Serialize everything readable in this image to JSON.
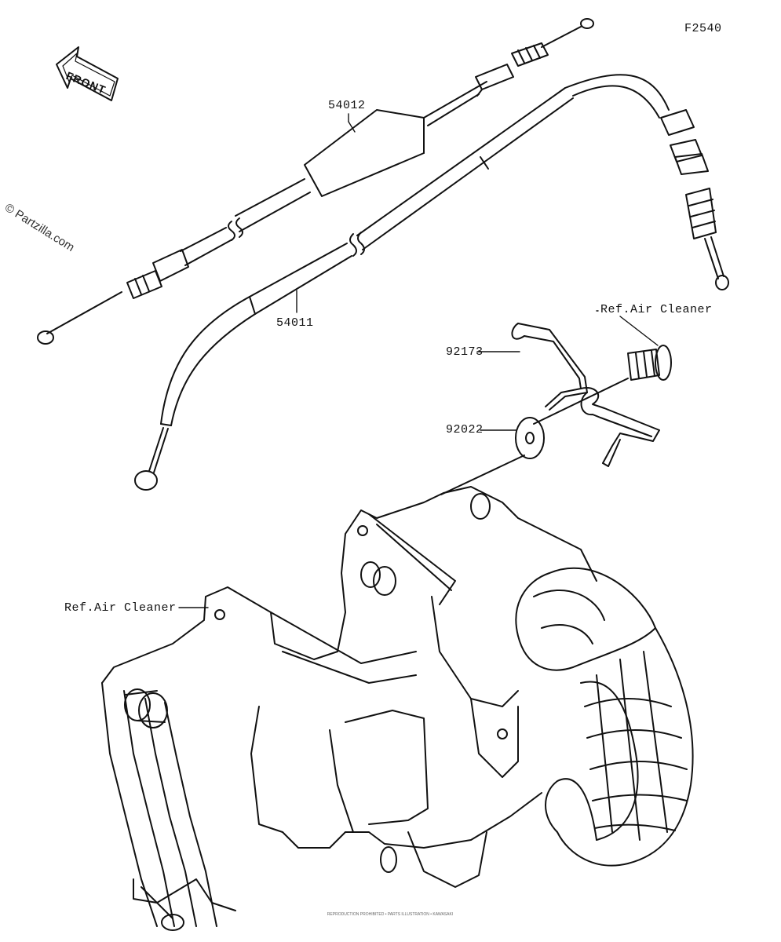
{
  "diagram": {
    "code": "F2540",
    "front_label": "FRONT",
    "watermark": "© Partzilla.com",
    "fine_print": "REPRODUCTION PROHIBITED • PARTS ILLUSTRATION • KAWASAKI",
    "parts": [
      {
        "number": "54012"
      },
      {
        "number": "54011"
      },
      {
        "number": "92173"
      },
      {
        "number": "92022"
      }
    ],
    "references": [
      {
        "text": "Ref.Air Cleaner"
      },
      {
        "text": "Ref.Air Cleaner"
      }
    ]
  }
}
